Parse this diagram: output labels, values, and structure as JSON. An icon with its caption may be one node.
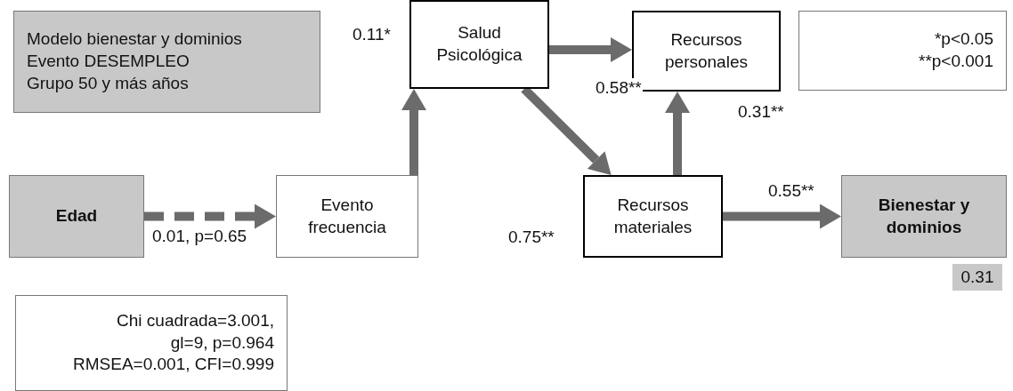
{
  "diagram": {
    "nodes": [
      {
        "text": [
          "Modelo bienestar y dominios",
          "Evento DESEMPLEO",
          "Grupo 50 y más años"
        ]
      },
      {
        "text": [
          "Salud Psicológica"
        ]
      },
      {
        "text": [
          "Recursos personales"
        ]
      },
      {
        "text": [
          "*p<0.05",
          "**p<0.001"
        ]
      },
      {
        "text": [
          "Edad"
        ]
      },
      {
        "text": [
          "Evento frecuencia"
        ]
      },
      {
        "text": [
          "Recursos materiales"
        ]
      },
      {
        "text": [
          "Bienestar y dominios"
        ]
      },
      {
        "text": [
          "0.31"
        ]
      },
      {
        "text": [
          "Chi cuadrada=3.001,",
          "gl=9, p=0.964",
          "RMSEA=0.001, CFI=0.999"
        ]
      }
    ],
    "edges": [
      {
        "from": 4,
        "to": 5,
        "arrow": "to",
        "style": "dashed",
        "label": "0.01, p=0.65"
      },
      {
        "from": 5,
        "to": 1,
        "arrow": "to",
        "label": "0.11*"
      },
      {
        "from": 1,
        "to": 2,
        "arrow": "to",
        "label": "0.58**"
      },
      {
        "from": 1,
        "to": 6,
        "arrow": "to",
        "label": "0.75**"
      },
      {
        "from": 6,
        "to": 2,
        "arrow": "to",
        "label": "0.31**"
      },
      {
        "from": 6,
        "to": 7,
        "arrow": "to",
        "label": "0.55**"
      }
    ]
  }
}
